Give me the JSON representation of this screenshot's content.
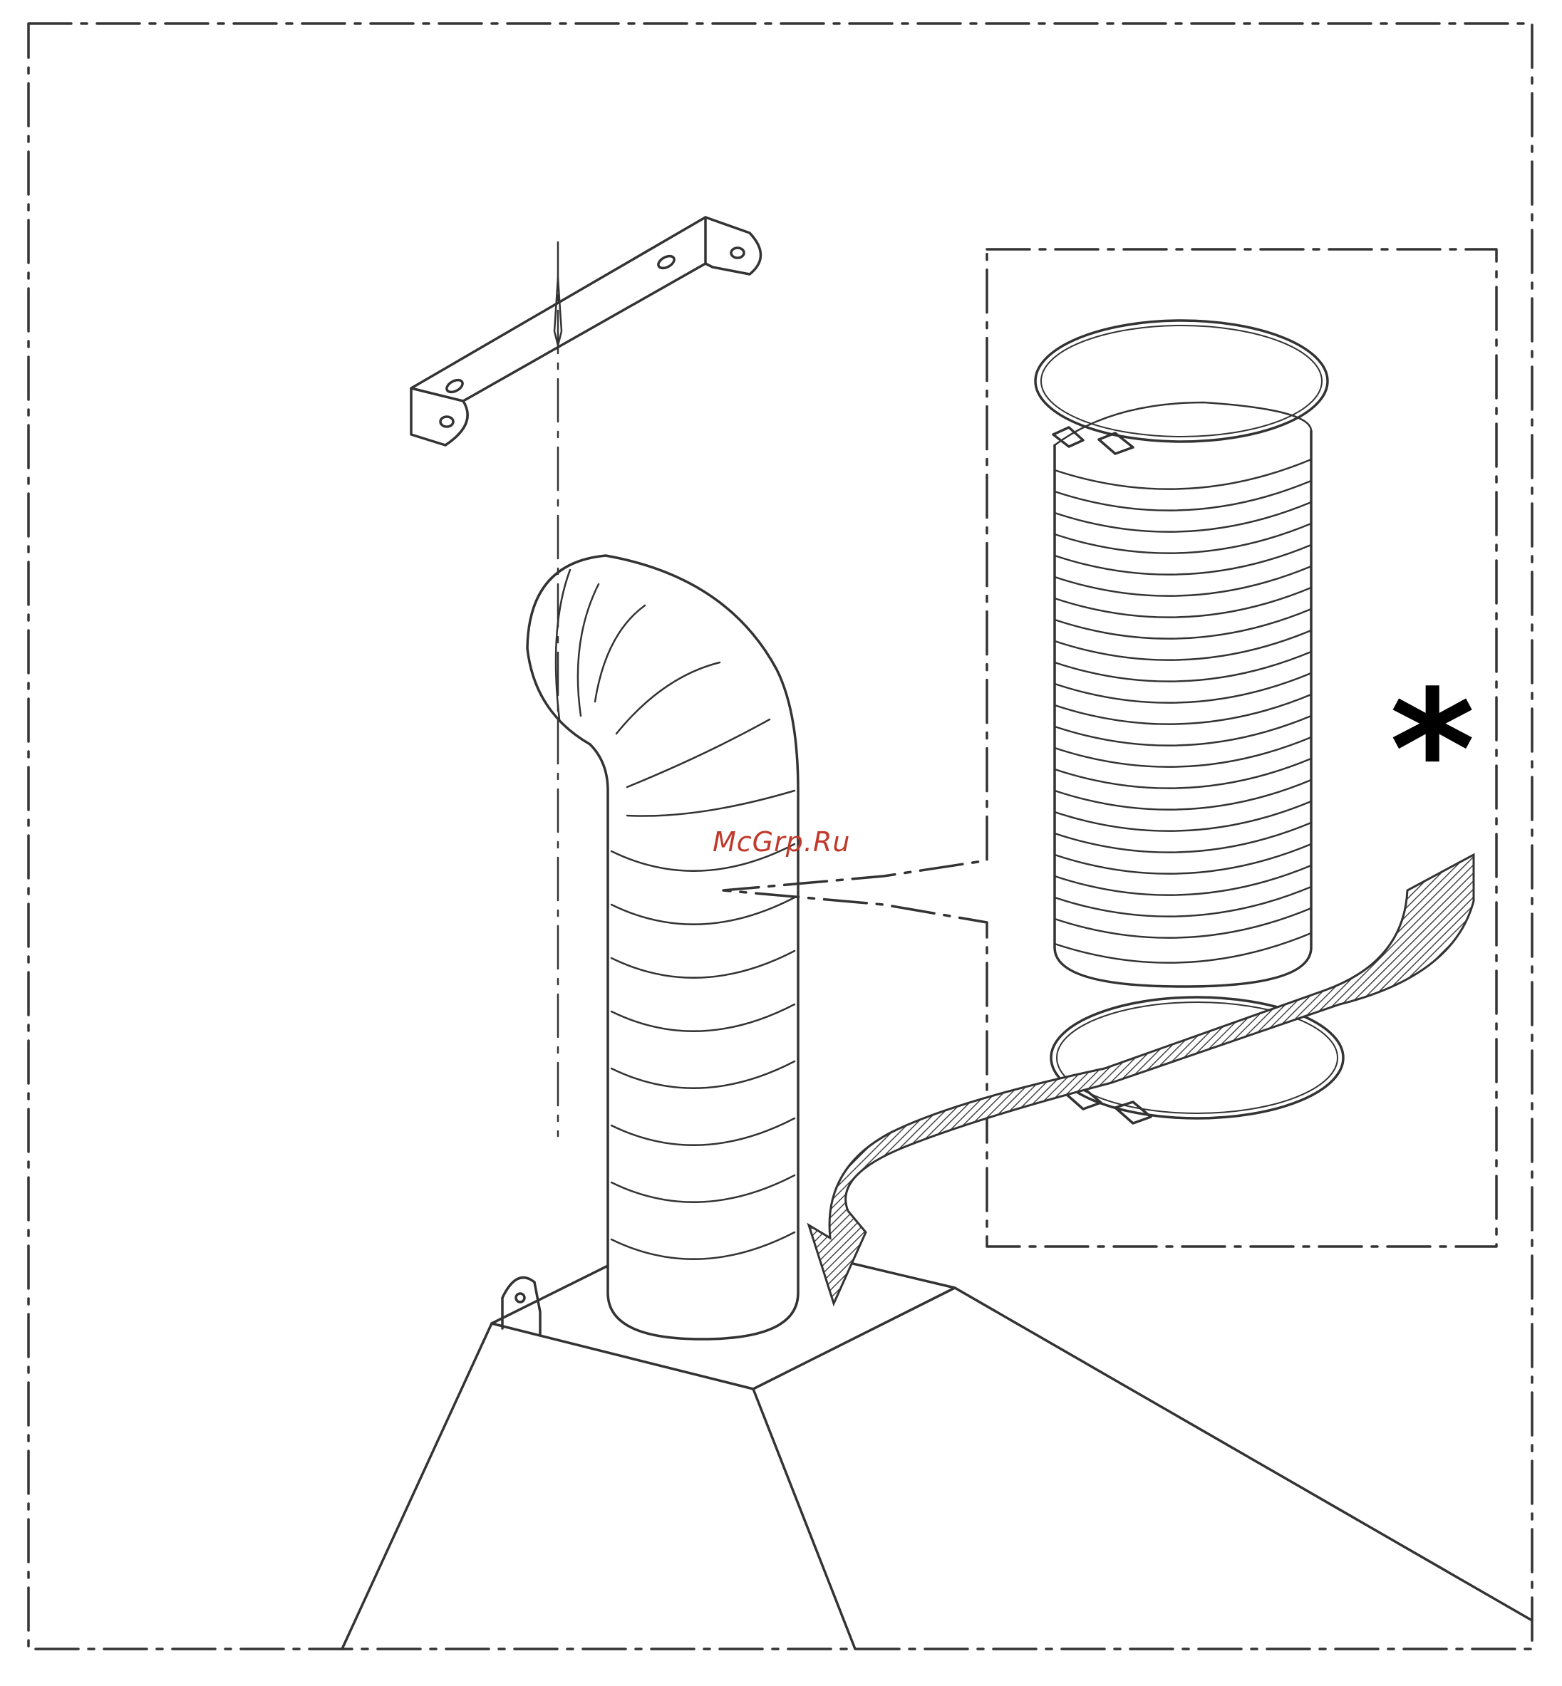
{
  "watermark": {
    "text": "McGrp.Ru",
    "color": "#c0392b"
  },
  "star": {
    "symbol": "*"
  },
  "colors": {
    "line": "#333333",
    "hatch": "#444444",
    "background": "#ffffff"
  },
  "parts": {
    "bracket": "wall-mount-bracket",
    "hose": "flexible-duct-hose",
    "clamps": "hose-clamps",
    "hood": "chimney-hood-body"
  }
}
